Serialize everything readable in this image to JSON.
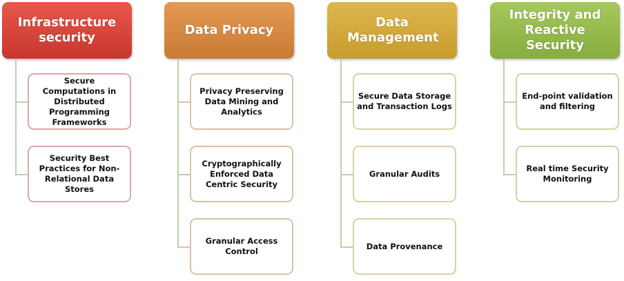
{
  "columns": [
    {
      "title": "Infrastructure security",
      "color": "#d9443a",
      "items": [
        "Secure Computations in Distributed Programming Frameworks",
        "Security Best Practices for Non-Relational Data Stores"
      ]
    },
    {
      "title": "Data Privacy",
      "color": "#d9853a",
      "items": [
        "Privacy Preserving Data Mining and Analytics",
        "Cryptographically Enforced Data Centric Security",
        "Granular Access Control"
      ]
    },
    {
      "title": "Data Management",
      "color": "#d4a83a",
      "items": [
        "Secure Data Storage and Transaction Logs",
        "Granular Audits",
        "Data Provenance"
      ]
    },
    {
      "title": "Integrity and Reactive Security",
      "color": "#93b84a",
      "items": [
        "End-point validation and filtering",
        "Real time Security Monitoring"
      ]
    }
  ]
}
